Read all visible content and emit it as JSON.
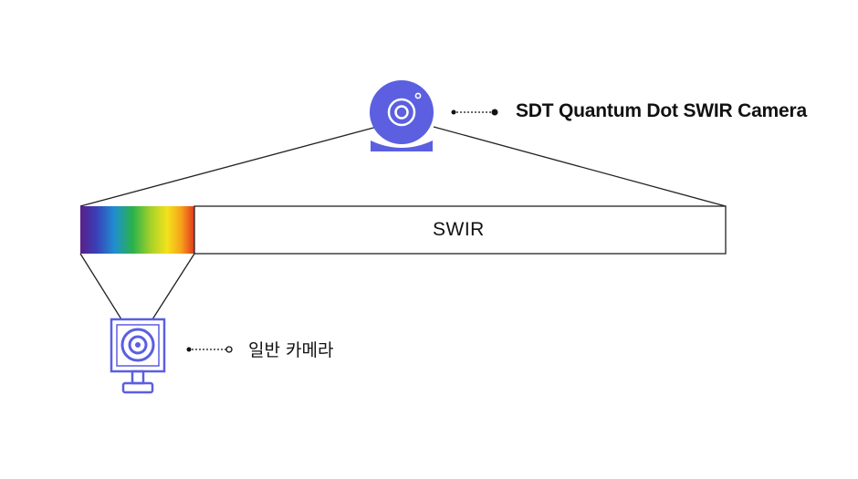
{
  "swir_camera": {
    "icon": "quantum-dot-camera-icon",
    "label": "SDT Quantum Dot SWIR Camera"
  },
  "spectrum": {
    "band_label": "SWIR",
    "visible_colors": [
      "#5b1f8a",
      "#3a3fb8",
      "#1f8fd0",
      "#2ab24a",
      "#a8d12a",
      "#f2e21c",
      "#f7a51a",
      "#e2371c"
    ]
  },
  "normal_camera": {
    "icon": "standard-camera-icon",
    "label": "일반 카메라"
  },
  "colors": {
    "accent": "#5b5fe0",
    "line": "#222222"
  }
}
